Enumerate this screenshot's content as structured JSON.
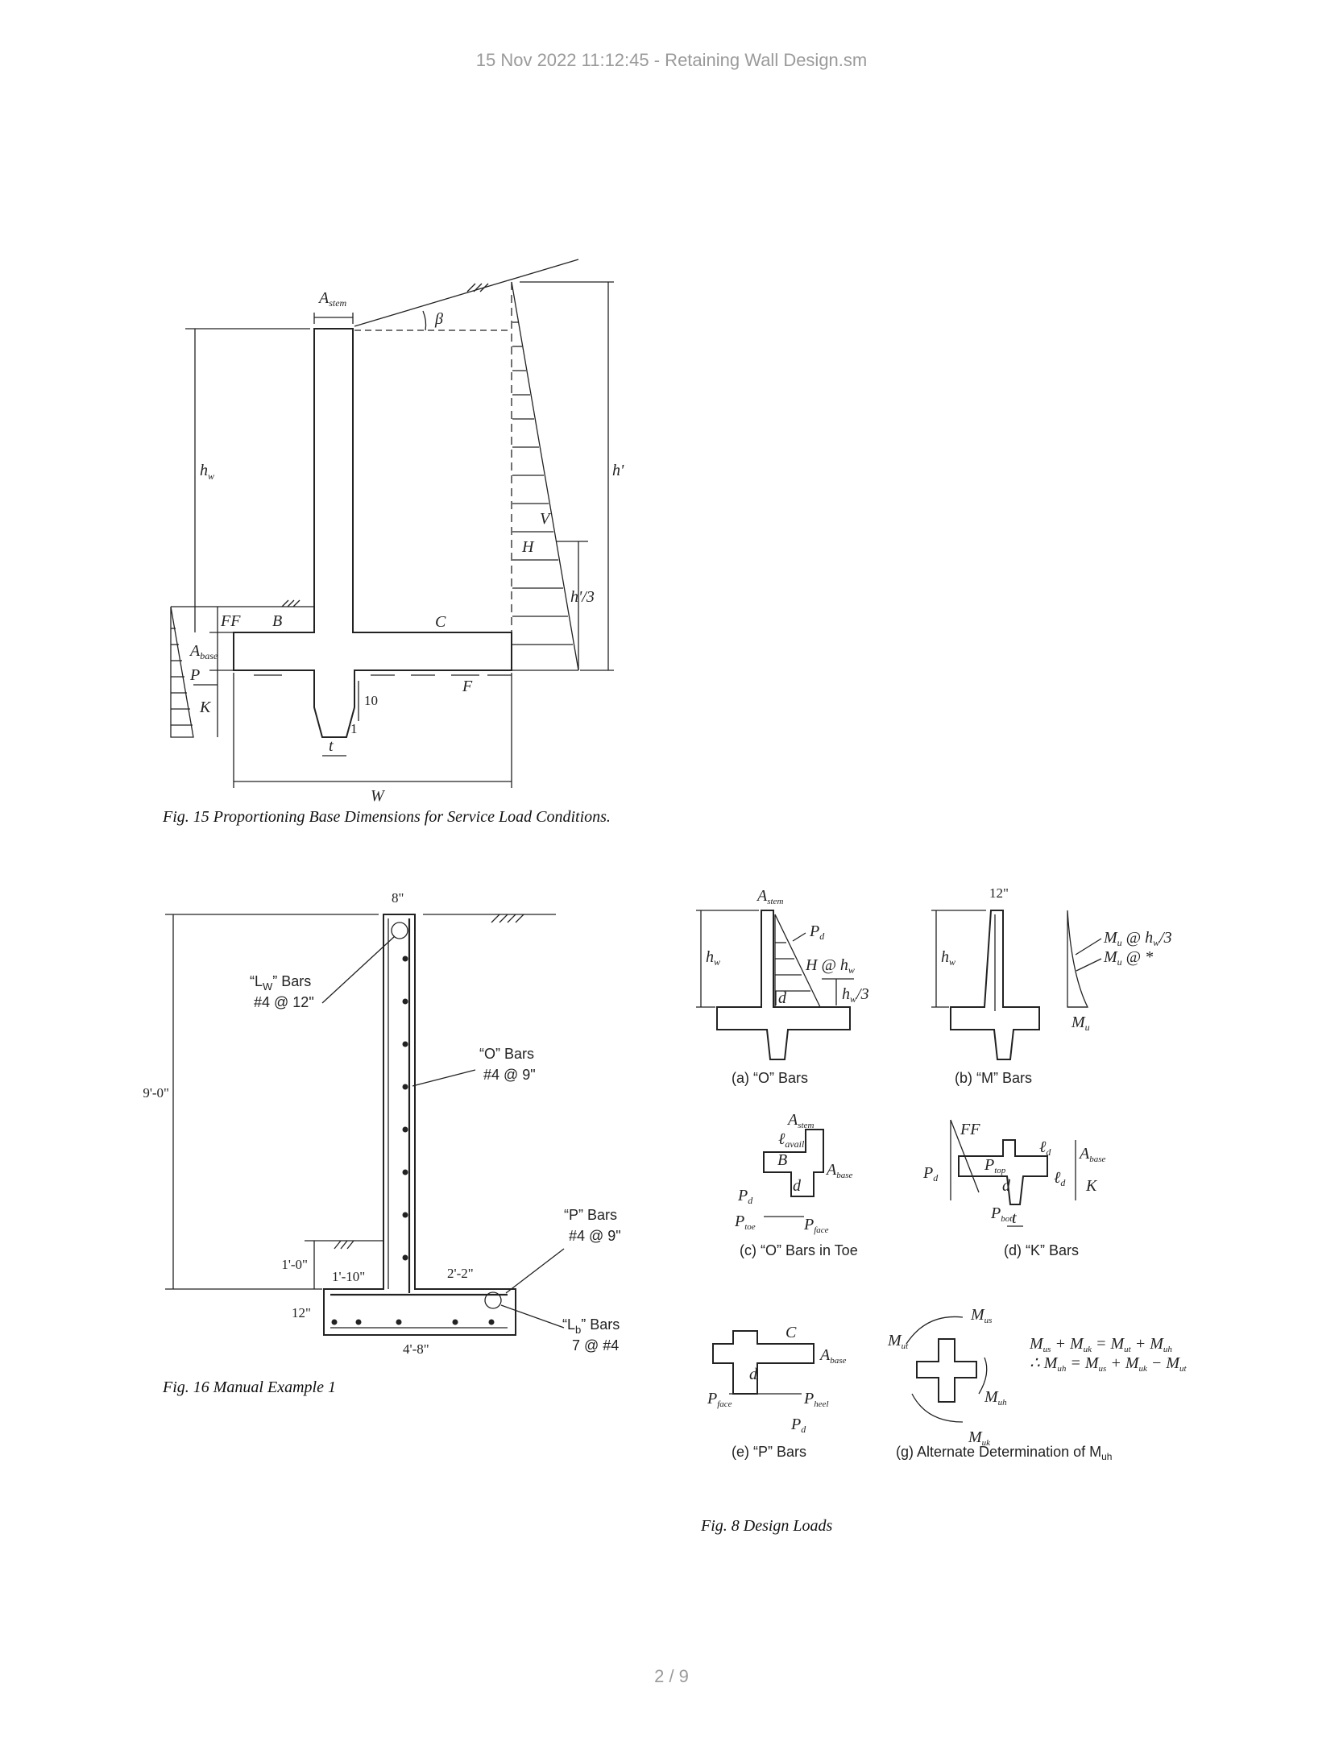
{
  "header": {
    "title": "15 Nov 2022 11:12:45 - Retaining Wall Design.sm"
  },
  "footer": {
    "page_number": "2 / 9"
  },
  "fig15": {
    "caption": "Fig. 15 Proportioning Base Dimensions for Service Load Conditions.",
    "labels": {
      "a_stem": "A",
      "a_stem_sub": "stem",
      "beta": "β",
      "h_w": "h",
      "h_w_sub": "w",
      "h_prime": "h'",
      "v": "V",
      "h": "H",
      "h_prime_3": "h'/3",
      "ff": "FF",
      "b": "B",
      "c": "C",
      "a_base": "A",
      "a_base_sub": "base",
      "p": "P",
      "k": "K",
      "f": "F",
      "ten": "10",
      "one": "1",
      "t": "t",
      "w": "W"
    }
  },
  "fig16": {
    "caption": "Fig. 16 Manual Example 1",
    "labels": {
      "top_width": "8\"",
      "height": "9'-0\"",
      "lw_bars": "“L",
      "lw_bars_sub": "W",
      "lw_bars_end": "” Bars",
      "lw_spacing": "#4 @ 12\"",
      "o_bars": "“O” Bars",
      "o_spacing": "#4 @ 9\"",
      "p_bars": "“P” Bars",
      "p_spacing": "#4 @ 9\"",
      "lb_bars": "“L",
      "lb_bars_sub": "b",
      "lb_bars_end": "” Bars",
      "lb_spacing": "7 @ #4",
      "fill_depth": "1'-0\"",
      "toe": "1'-10\"",
      "heel": "2'-2\"",
      "base_thickness": "12\"",
      "base_width": "4'-8\""
    }
  },
  "fig8": {
    "caption": "Fig. 8 Design Loads",
    "panels": {
      "a": "(a) “O” Bars",
      "b": "(b) “M” Bars",
      "c": "(c) “O” Bars in Toe",
      "d": "(d) “K” Bars",
      "e": "(e) “P” Bars",
      "g_prefix": "(g) Alternate Determination of M",
      "g_sub": "uh"
    },
    "labels": {
      "a_stem": "A",
      "a_stem_sub": "stem",
      "p_d": "P",
      "p_d_sub": "d",
      "h_w": "h",
      "h_w_sub": "w",
      "h_at": "H @ h",
      "h_at_sub": "w",
      "hw3": "h",
      "hw3_sub": "w",
      "hw3_end": "/3",
      "d": "d",
      "twelve": "12\"",
      "mu_hw3": "M",
      "mu_hw3_sub": "u",
      "mu_hw3_end": " @ h",
      "mu_hw3_sub2": "w",
      "mu_hw3_end2": "/3",
      "mu_star": "M",
      "mu_star_sub": "u",
      "mu_star_end": " @ *",
      "mu": "M",
      "mu_sub": "u",
      "l_avail": "ℓ",
      "l_avail_sub": "avail",
      "b": "B",
      "a_base": "A",
      "a_base_sub": "base",
      "p_toe": "P",
      "p_toe_sub": "toe",
      "p_face": "P",
      "p_face_sub": "face",
      "ff": "FF",
      "p_top": "P",
      "p_top_sub": "top",
      "p_bott": "P",
      "p_bott_sub": "bott",
      "l_d": "ℓ",
      "l_d_sub": "d",
      "k": "K",
      "t": "t",
      "c": "C",
      "p_heel": "P",
      "p_heel_sub": "heel",
      "m_us": "M",
      "m_us_sub": "us",
      "m_ut": "M",
      "m_ut_sub": "ut",
      "m_uh": "M",
      "m_uh_sub": "uh",
      "m_uk": "M",
      "m_uk_sub": "uk",
      "eq1": "M",
      "eq2": "∴ M"
    }
  }
}
